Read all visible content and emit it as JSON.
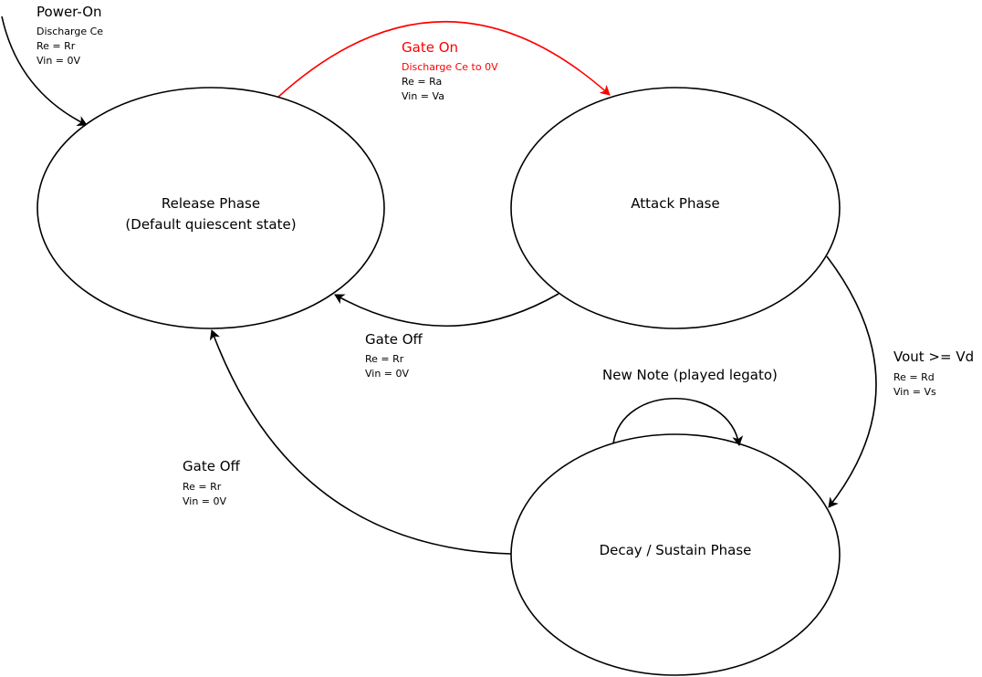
{
  "colors": {
    "accent": "#ff0000",
    "line": "#000000"
  },
  "states": {
    "release": {
      "line1": "Release Phase",
      "line2": "(Default quiescent state)"
    },
    "attack": {
      "line1": "Attack Phase"
    },
    "decay": {
      "line1": "Decay / Sustain Phase"
    }
  },
  "transitions": {
    "power_on": {
      "title": "Power-On",
      "l1": "Discharge Ce",
      "l2": "Re = Rr",
      "l3": "Vin = 0V"
    },
    "gate_on": {
      "title": "Gate On",
      "l1": "Discharge Ce to 0V",
      "l2": "Re = Ra",
      "l3": "Vin = Va"
    },
    "gate_off_attack": {
      "title": "Gate Off",
      "l1": "Re = Rr",
      "l2": "Vin = 0V"
    },
    "vout": {
      "title": "Vout >= Vd",
      "l1": "Re = Rd",
      "l2": "Vin = Vs"
    },
    "new_note": {
      "title": "New Note (played legato)"
    },
    "gate_off_decay": {
      "title": "Gate Off",
      "l1": "Re = Rr",
      "l2": "Vin = 0V"
    }
  }
}
